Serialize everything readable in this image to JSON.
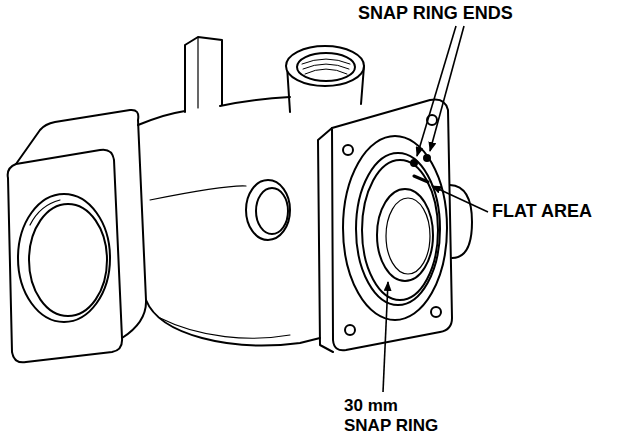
{
  "diagram": {
    "labels": [
      "SNAP RING ENDS",
      "FLAT AREA",
      "30 mm SNAP RING"
    ]
  }
}
